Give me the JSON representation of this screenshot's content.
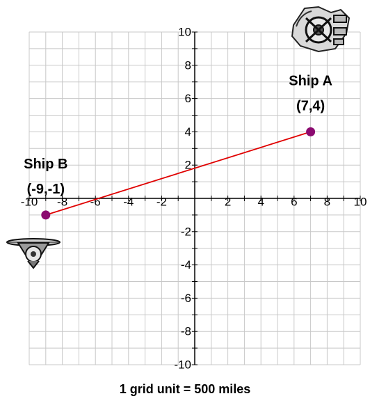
{
  "plot": {
    "x_range": [
      -10,
      10
    ],
    "y_range": [
      -10,
      10
    ],
    "grid_step": 1,
    "label_step": 2,
    "x_tick_labels": [
      "-10",
      "-8",
      "-6",
      "-4",
      "-2",
      "2",
      "4",
      "6",
      "8",
      "10"
    ],
    "y_tick_labels": [
      "10",
      "8",
      "6",
      "4",
      "2",
      "-2",
      "-4",
      "-6",
      "-8",
      "-10"
    ],
    "grid_color": "#c8c8c8",
    "axis_color": "#000000"
  },
  "points": [
    {
      "id": "ship-a",
      "name": "Ship A",
      "coord_label": "(7,4)",
      "x": 7,
      "y": 4,
      "color": "#8b0a70",
      "icon": "spaceship-icon"
    },
    {
      "id": "ship-b",
      "name": "Ship B",
      "coord_label": "(-9,-1)",
      "x": -9,
      "y": -1,
      "color": "#8b0a70",
      "icon": "spaceship-icon"
    }
  ],
  "segment": {
    "from": "ship-b",
    "to": "ship-a",
    "color": "#e00000"
  },
  "caption": "1 grid unit = 500 miles"
}
